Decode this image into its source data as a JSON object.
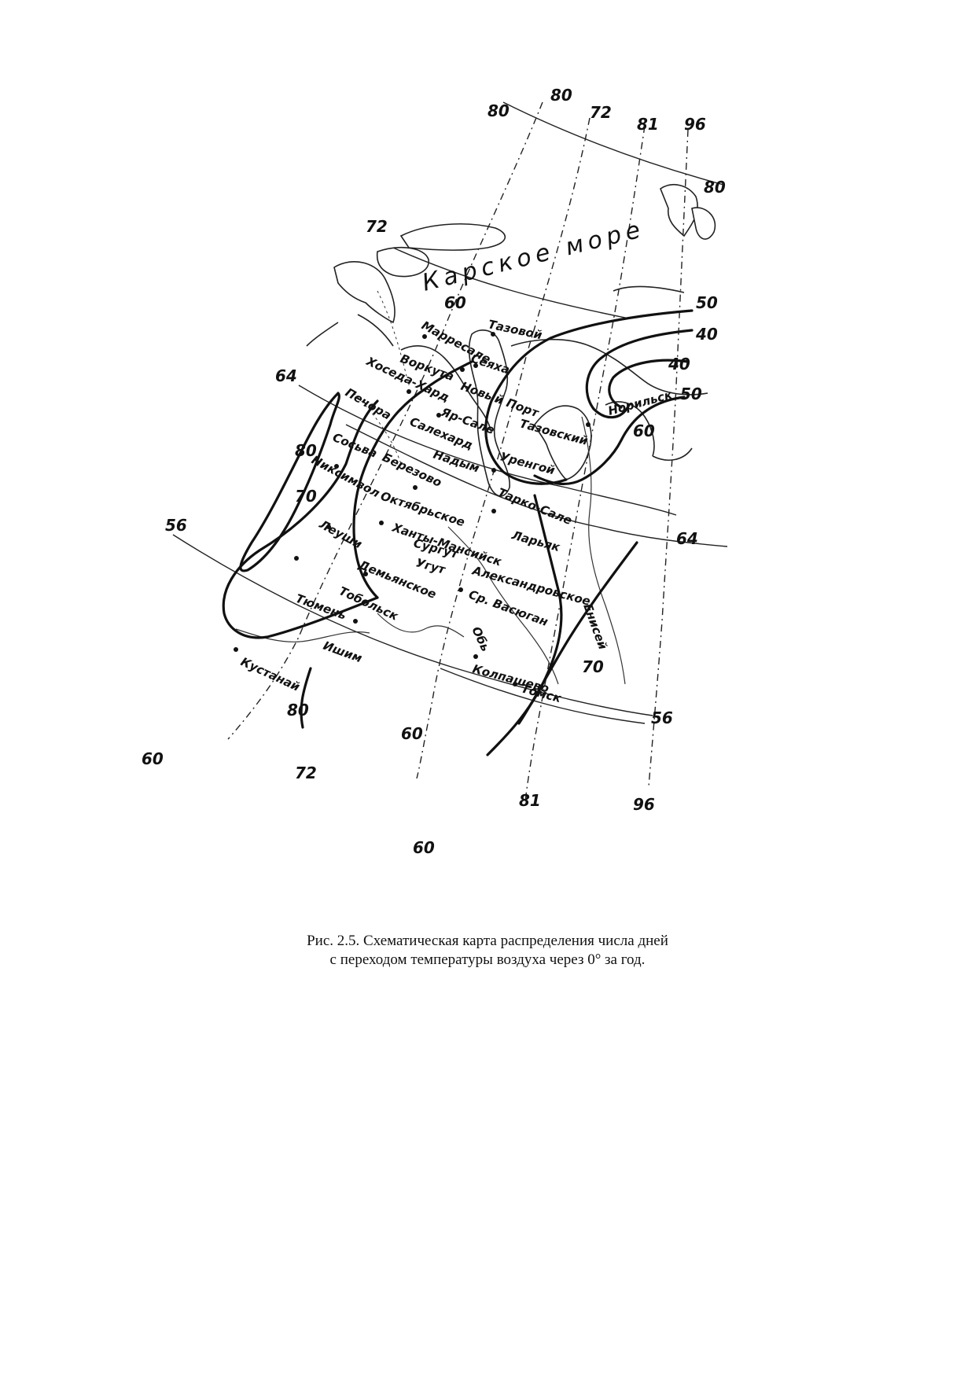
{
  "map": {
    "sea_label": "Карское море",
    "cities": [
      "Тазовой",
      "Марресале",
      "Сеяха",
      "Воркута",
      "Хоседа-Хард",
      "Новый Порт",
      "Яр-Сале",
      "Печора",
      "Салехард",
      "Тазовский",
      "Норильск",
      "Сосьва",
      "Надым",
      "Уренгой",
      "Березово",
      "Никсимвол",
      "Тарко-Сале",
      "Октябрьское",
      "Леуши",
      "Ханты-Мансийск",
      "Ларьяк",
      "Сургут",
      "Угут",
      "Александровское",
      "Демьянское",
      "Ср. Васюган",
      "Тобольск",
      "Тюмень",
      "Ишим",
      "Кустанай",
      "Колпашево",
      "Томск"
    ],
    "rivers": [
      "Обь",
      "Енисей"
    ],
    "isoline_labels": [
      "50",
      "40",
      "40",
      "50",
      "60",
      "60",
      "60",
      "70",
      "80",
      "80",
      "70"
    ],
    "graticule_labels": [
      "80",
      "80",
      "72",
      "81",
      "96",
      "80",
      "72",
      "64",
      "60",
      "64",
      "56",
      "60",
      "72",
      "81",
      "96",
      "56"
    ]
  },
  "caption": {
    "line1": "Рис. 2.5. Схематическая карта распределения числа дней",
    "line2": "с переходом температуры воздуха через 0° за год."
  }
}
